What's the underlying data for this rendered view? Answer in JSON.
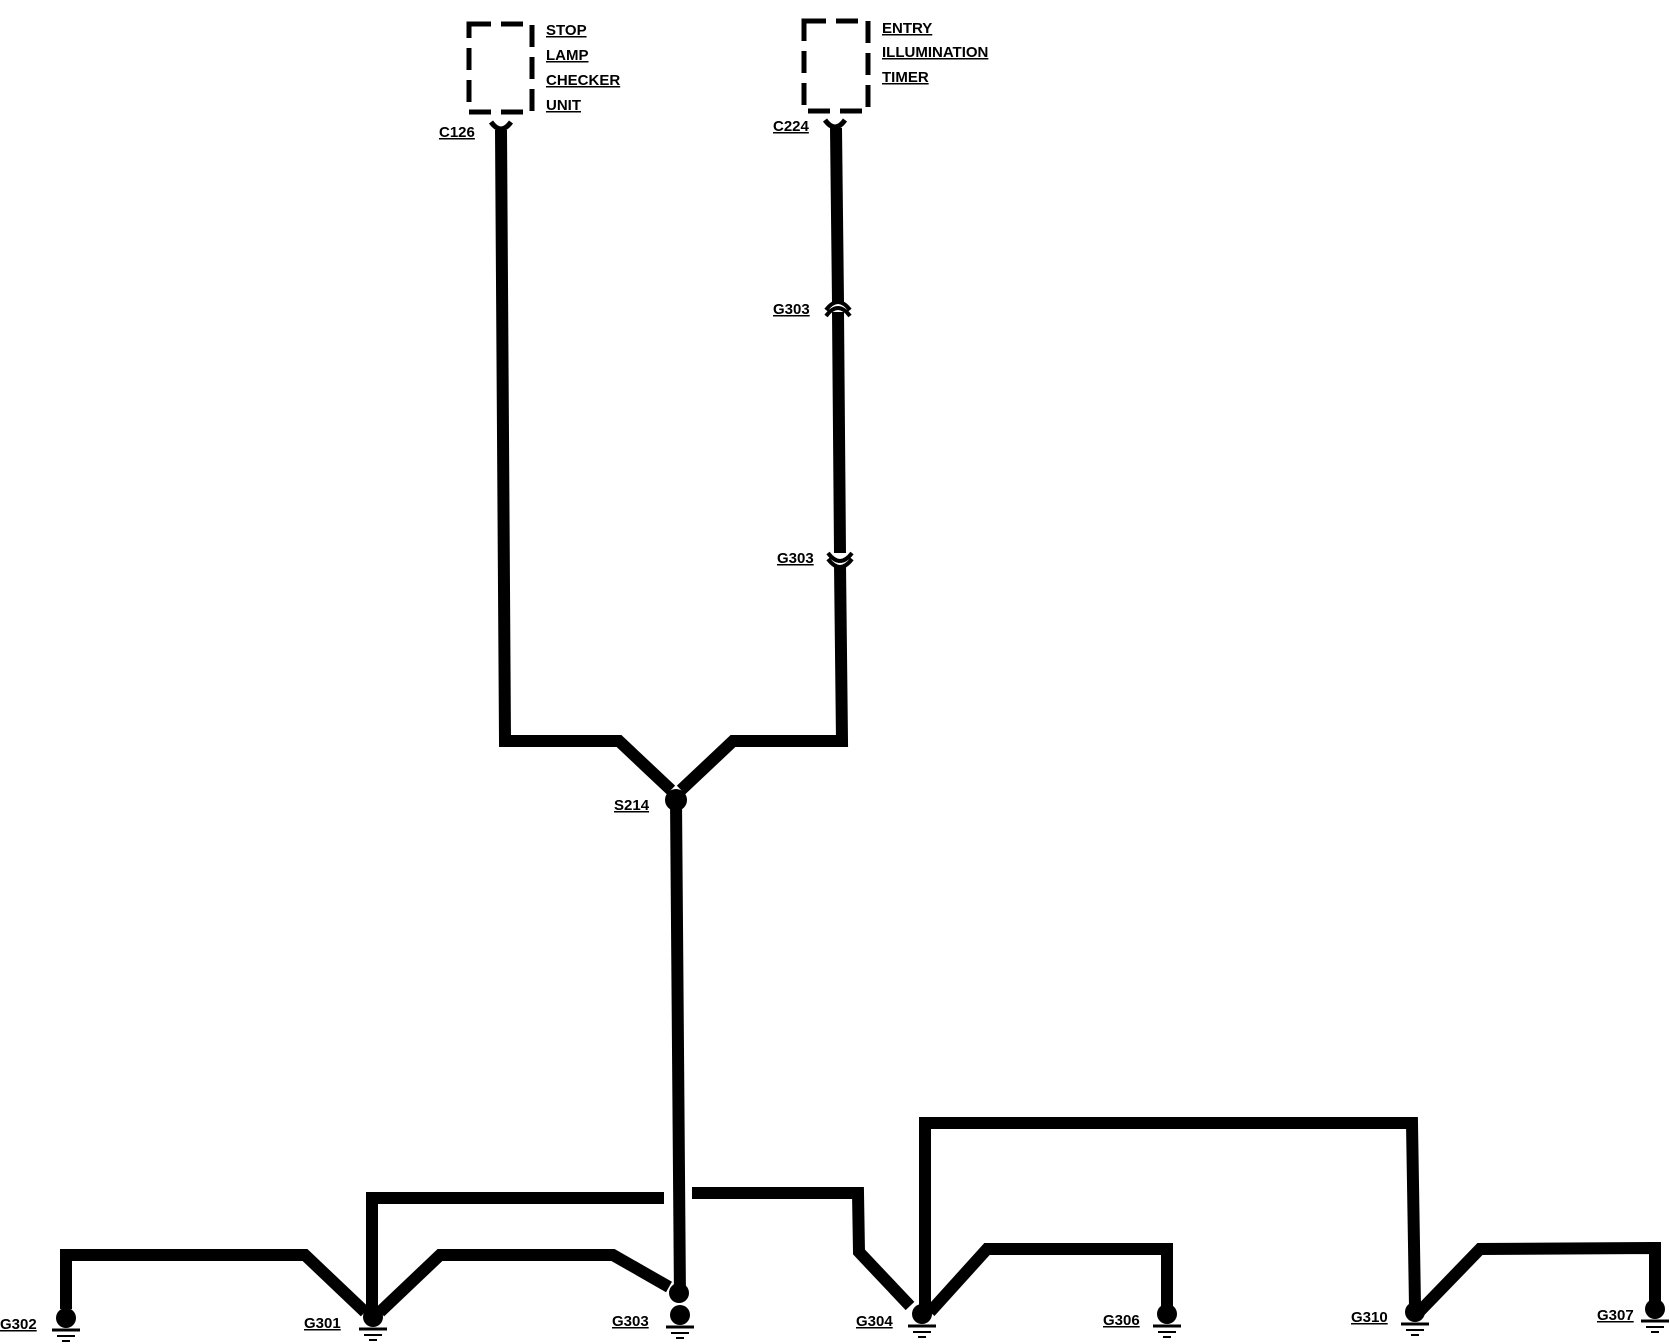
{
  "components": {
    "stop_lamp_checker_unit": {
      "lines": [
        "STOP",
        "LAMP",
        "CHECKER",
        "UNIT"
      ],
      "connector": "C126"
    },
    "entry_illumination_timer": {
      "lines": [
        "ENTRY",
        "ILLUMINATION",
        "TIMER"
      ],
      "connector": "C224"
    }
  },
  "inline_connectors": {
    "upper": "G303",
    "lower": "G303"
  },
  "splice": "S214",
  "grounds": {
    "g302": "G302",
    "g301": "G301",
    "g303": "G303",
    "g304": "G304",
    "g306": "G306",
    "g310": "G310",
    "g307": "G307"
  }
}
